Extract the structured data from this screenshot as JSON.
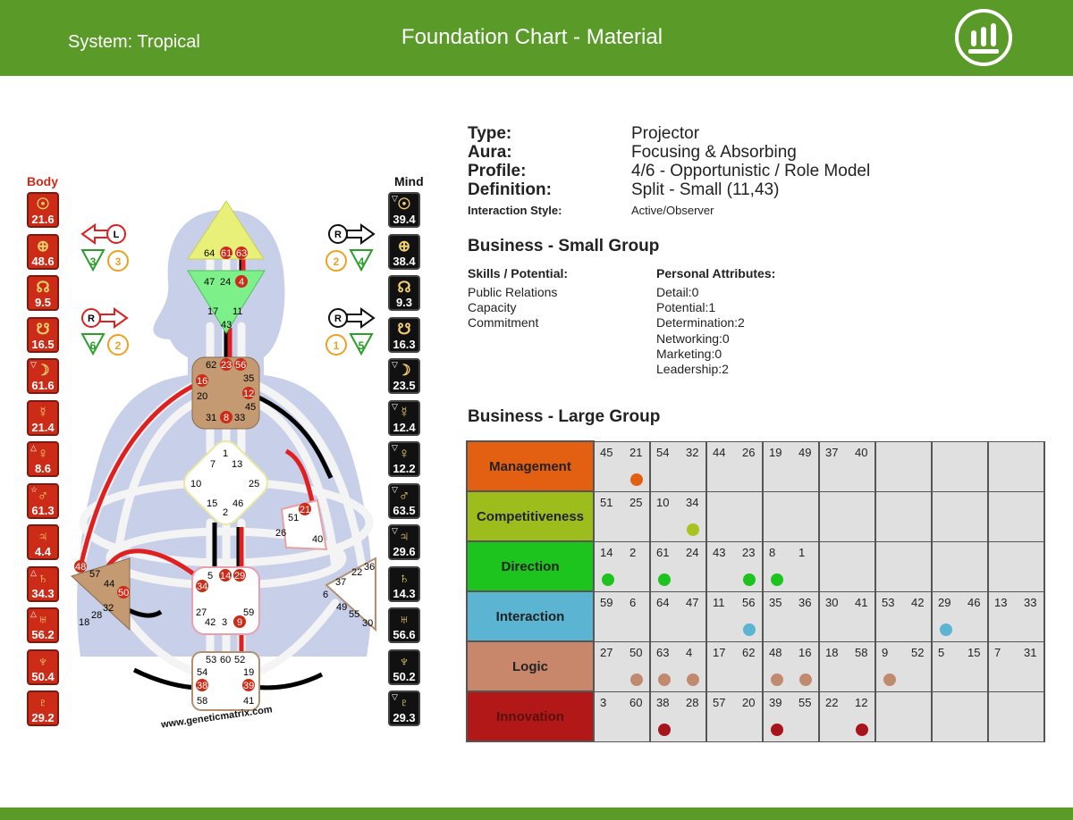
{
  "header": {
    "system": "System: Tropical",
    "title": "Foundation Chart - Material",
    "logo_icon": "bars-in-circle-icon"
  },
  "colors": {
    "header_green": "#5a9a28",
    "body_red": "#cc2b18",
    "mind_black": "#111111"
  },
  "columns": {
    "body": "Body",
    "mind": "Mind"
  },
  "body_planets": [
    {
      "glyph": "☉",
      "value": "21.6",
      "mark": ""
    },
    {
      "glyph": "⊕",
      "value": "48.6",
      "mark": ""
    },
    {
      "glyph": "☊",
      "value": "9.5",
      "mark": ""
    },
    {
      "glyph": "☋",
      "value": "16.5",
      "mark": ""
    },
    {
      "glyph": "☽",
      "value": "61.6",
      "mark": "▽"
    },
    {
      "glyph": "☿",
      "value": "21.4",
      "mark": ""
    },
    {
      "glyph": "♀",
      "value": "8.6",
      "mark": "△"
    },
    {
      "glyph": "♂",
      "value": "61.3",
      "mark": "☆"
    },
    {
      "glyph": "♃",
      "value": "4.4",
      "mark": ""
    },
    {
      "glyph": "♄",
      "value": "34.3",
      "mark": "△"
    },
    {
      "glyph": "♅",
      "value": "56.2",
      "mark": "△"
    },
    {
      "glyph": "♆",
      "value": "50.4",
      "mark": ""
    },
    {
      "glyph": "♇",
      "value": "29.2",
      "mark": ""
    }
  ],
  "mind_planets": [
    {
      "glyph": "☉",
      "value": "39.4",
      "mark": "▽"
    },
    {
      "glyph": "⊕",
      "value": "38.4",
      "mark": ""
    },
    {
      "glyph": "☊",
      "value": "9.3",
      "mark": ""
    },
    {
      "glyph": "☋",
      "value": "16.3",
      "mark": ""
    },
    {
      "glyph": "☽",
      "value": "23.5",
      "mark": "▽"
    },
    {
      "glyph": "☿",
      "value": "12.4",
      "mark": "▽"
    },
    {
      "glyph": "♀",
      "value": "12.2",
      "mark": "▽"
    },
    {
      "glyph": "♂",
      "value": "63.5",
      "mark": "▽"
    },
    {
      "glyph": "♃",
      "value": "29.6",
      "mark": "▽"
    },
    {
      "glyph": "♄",
      "value": "14.3",
      "mark": ""
    },
    {
      "glyph": "♅",
      "value": "56.6",
      "mark": ""
    },
    {
      "glyph": "♆",
      "value": "50.2",
      "mark": ""
    },
    {
      "glyph": "♇",
      "value": "29.3",
      "mark": "▽"
    }
  ],
  "variables": {
    "left_top": {
      "dir": "L",
      "n1": "3",
      "n2": "3"
    },
    "left_bottom": {
      "dir": "R",
      "n1": "6",
      "n2": "2"
    },
    "right_top": {
      "dir": "R",
      "n1": "2",
      "n2": "4"
    },
    "right_bottom": {
      "dir": "R",
      "n1": "1",
      "n2": "5"
    }
  },
  "bodygraph": {
    "watermark": "www.geneticmatrix.com",
    "gates": {
      "head": [
        "64",
        "61",
        "63"
      ],
      "ajna": [
        "47",
        "24",
        "4",
        "17",
        "11",
        "43"
      ],
      "throat": [
        "62",
        "23",
        "56",
        "16",
        "35",
        "20",
        "12",
        "45",
        "31",
        "8",
        "33"
      ],
      "g": [
        "1",
        "7",
        "13",
        "10",
        "25",
        "15",
        "46",
        "2"
      ],
      "ego": [
        "21",
        "51",
        "26",
        "40"
      ],
      "sacral": [
        "5",
        "14",
        "29",
        "34",
        "27",
        "59",
        "42",
        "3",
        "9"
      ],
      "spleen": [
        "48",
        "57",
        "44",
        "50",
        "32",
        "28",
        "18"
      ],
      "solar": [
        "36",
        "22",
        "37",
        "6",
        "49",
        "55",
        "30"
      ],
      "root": [
        "53",
        "60",
        "52",
        "54",
        "19",
        "38",
        "39",
        "58",
        "41"
      ]
    }
  },
  "info": {
    "type_label": "Type:",
    "type_value": "Projector",
    "aura_label": "Aura:",
    "aura_value": "Focusing & Absorbing",
    "profile_label": "Profile:",
    "profile_value": "4/6 - Opportunistic / Role Model",
    "definition_label": "Definition:",
    "definition_value": "Split - Small (11,43)",
    "interaction_label": "Interaction Style:",
    "interaction_value": "Active/Observer"
  },
  "small_group": {
    "title": "Business - Small Group",
    "skills_header": "Skills / Potential:",
    "skills": [
      "Public Relations",
      "Capacity",
      "Commitment"
    ],
    "attributes_header": "Personal Attributes:",
    "attributes": [
      "Detail:0",
      "Potential:1",
      "Determination:2",
      "Networking:0",
      "Marketing:0",
      "Leadership:2"
    ]
  },
  "large_group": {
    "title": "Business - Large Group",
    "rows": [
      {
        "name": "Management",
        "color": "#e35f12",
        "dot": "#e35f12",
        "pairs": [
          [
            "45",
            "21"
          ],
          [
            "54",
            "32"
          ],
          [
            "44",
            "26"
          ],
          [
            "19",
            "49"
          ],
          [
            "37",
            "40"
          ],
          [
            "",
            ""
          ],
          [
            "",
            ""
          ],
          [
            "",
            ""
          ]
        ],
        "dots": [
          [
            false,
            true
          ],
          [
            false,
            false
          ],
          [
            false,
            false
          ],
          [
            false,
            false
          ],
          [
            false,
            false
          ],
          [
            false,
            false
          ],
          [
            false,
            false
          ],
          [
            false,
            false
          ]
        ]
      },
      {
        "name": "Competitiveness",
        "color": "#9cbd1c",
        "dot": "#a8c21e",
        "pairs": [
          [
            "51",
            "25"
          ],
          [
            "10",
            "34"
          ],
          [
            "",
            ""
          ],
          [
            "",
            ""
          ],
          [
            "",
            ""
          ],
          [
            "",
            ""
          ],
          [
            "",
            ""
          ],
          [
            "",
            ""
          ]
        ],
        "dots": [
          [
            false,
            false
          ],
          [
            false,
            true
          ],
          [
            false,
            false
          ],
          [
            false,
            false
          ],
          [
            false,
            false
          ],
          [
            false,
            false
          ],
          [
            false,
            false
          ],
          [
            false,
            false
          ]
        ]
      },
      {
        "name": "Direction",
        "color": "#1ec41e",
        "dot": "#1ec41e",
        "pairs": [
          [
            "14",
            "2"
          ],
          [
            "61",
            "24"
          ],
          [
            "43",
            "23"
          ],
          [
            "8",
            "1"
          ],
          [
            "",
            ""
          ],
          [
            "",
            ""
          ],
          [
            "",
            ""
          ],
          [
            "",
            ""
          ]
        ],
        "dots": [
          [
            true,
            false
          ],
          [
            true,
            false
          ],
          [
            false,
            true
          ],
          [
            true,
            false
          ],
          [
            false,
            false
          ],
          [
            false,
            false
          ],
          [
            false,
            false
          ],
          [
            false,
            false
          ]
        ]
      },
      {
        "name": "Interaction",
        "color": "#5ab4d2",
        "dot": "#5ab4d2",
        "pairs": [
          [
            "59",
            "6"
          ],
          [
            "64",
            "47"
          ],
          [
            "11",
            "56"
          ],
          [
            "35",
            "36"
          ],
          [
            "30",
            "41"
          ],
          [
            "53",
            "42"
          ],
          [
            "29",
            "46"
          ],
          [
            "13",
            "33"
          ]
        ],
        "dots": [
          [
            false,
            false
          ],
          [
            false,
            false
          ],
          [
            false,
            true
          ],
          [
            false,
            false
          ],
          [
            false,
            false
          ],
          [
            false,
            false
          ],
          [
            true,
            false
          ],
          [
            false,
            false
          ]
        ]
      },
      {
        "name": "Logic",
        "color": "#c8876a",
        "dot": "#c08a6e",
        "pairs": [
          [
            "27",
            "50"
          ],
          [
            "63",
            "4"
          ],
          [
            "17",
            "62"
          ],
          [
            "48",
            "16"
          ],
          [
            "18",
            "58"
          ],
          [
            "9",
            "52"
          ],
          [
            "5",
            "15"
          ],
          [
            "7",
            "31"
          ]
        ],
        "dots": [
          [
            false,
            true
          ],
          [
            true,
            true
          ],
          [
            false,
            false
          ],
          [
            true,
            true
          ],
          [
            false,
            false
          ],
          [
            true,
            false
          ],
          [
            false,
            false
          ],
          [
            false,
            false
          ]
        ]
      },
      {
        "name": "Innovation",
        "color": "#b21818",
        "dot": "#a8141c",
        "pairs": [
          [
            "3",
            "60"
          ],
          [
            "38",
            "28"
          ],
          [
            "57",
            "20"
          ],
          [
            "39",
            "55"
          ],
          [
            "22",
            "12"
          ],
          [
            "",
            ""
          ],
          [
            "",
            ""
          ],
          [
            "",
            ""
          ]
        ],
        "dots": [
          [
            false,
            false
          ],
          [
            true,
            false
          ],
          [
            false,
            false
          ],
          [
            true,
            false
          ],
          [
            false,
            true
          ],
          [
            false,
            false
          ],
          [
            false,
            false
          ],
          [
            false,
            false
          ]
        ]
      }
    ]
  }
}
